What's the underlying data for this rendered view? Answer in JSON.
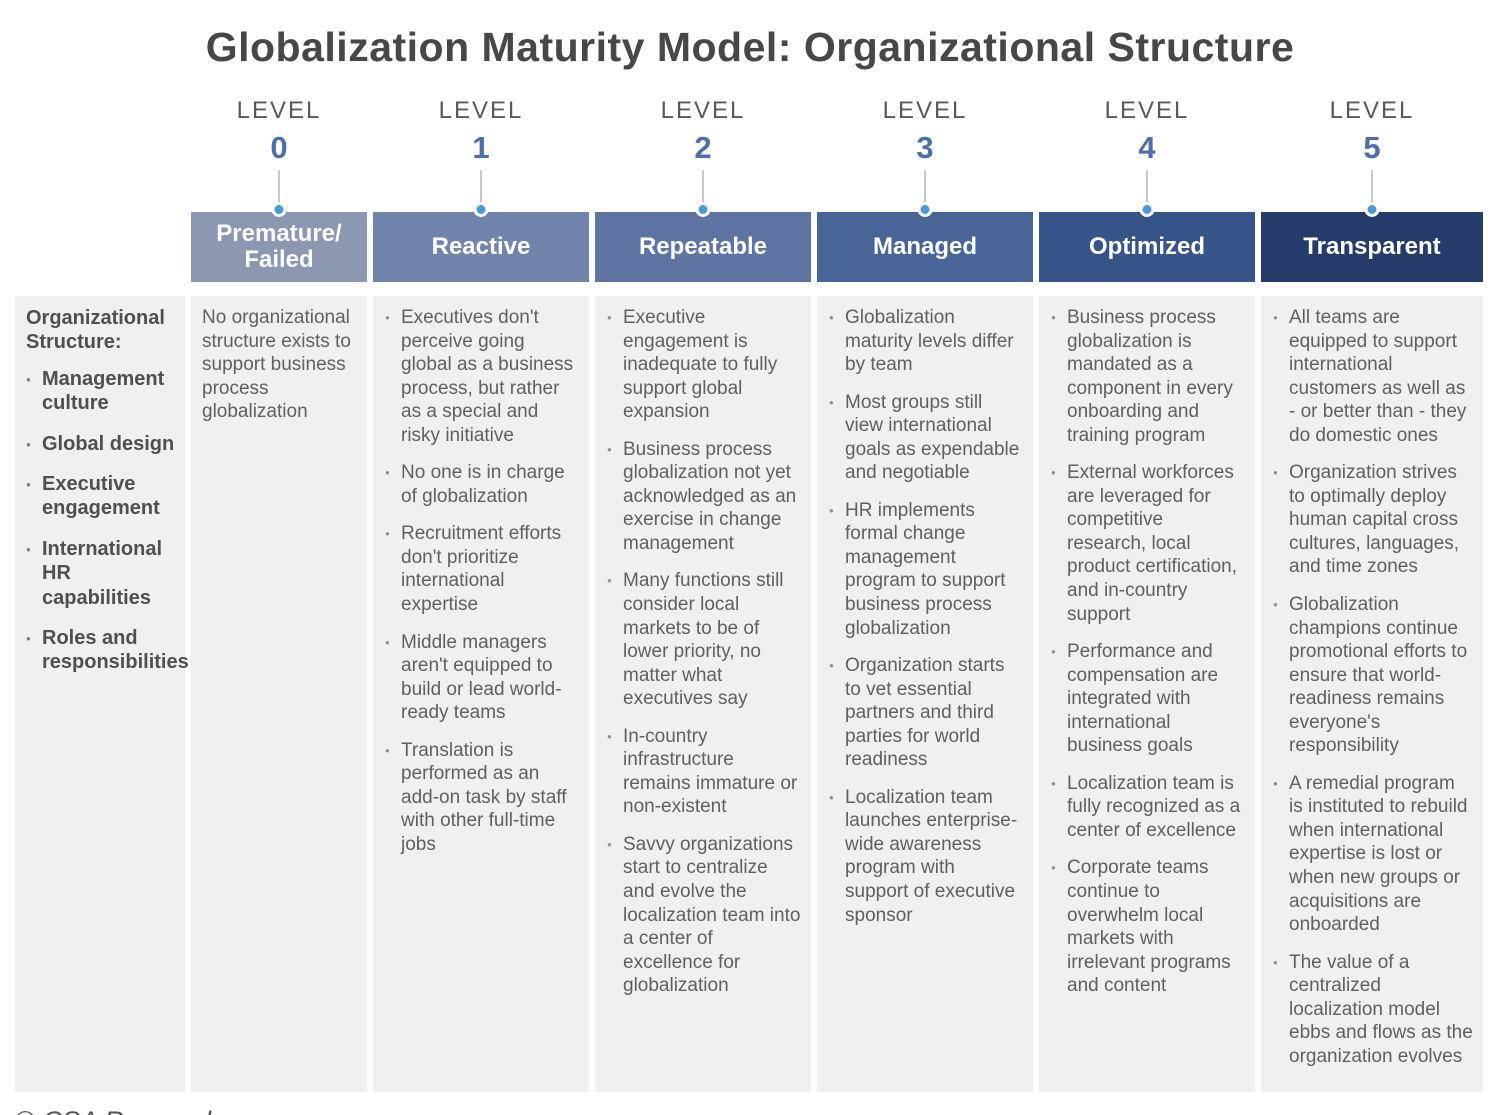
{
  "title": "Globalization Maturity Model: Organizational Structure",
  "footer": "© CSA Research",
  "level_word": "LEVEL",
  "colors": {
    "dot": "#4a9ad3",
    "number": "#4d6ea8",
    "level_word": "#595959",
    "title": "#474747",
    "body_bg": "#f0f0f0",
    "body_text": "#606060"
  },
  "sidebar": {
    "heading": "Organizational Structure:",
    "items": [
      "Management culture",
      "Global design",
      "Executive engagement",
      "International HR capabilities",
      "Roles and responsibilities"
    ]
  },
  "levels": [
    {
      "number": "0",
      "name": "Premature/\nFailed",
      "color": "#8c97b1",
      "text": "No organizational structure exists to support business process globalization",
      "bullets": []
    },
    {
      "number": "1",
      "name": "Reactive",
      "color": "#7185ac",
      "bullets": [
        "Executives don't perceive going global as a business process, but rather as a special and risky initiative",
        "No one is in charge of globalization",
        "Recruitment efforts don't prioritize international expertise",
        "Middle managers aren't equipped to build or lead world-ready teams",
        "Translation is performed as an add-on task by staff with other full-time jobs"
      ]
    },
    {
      "number": "2",
      "name": "Repeatable",
      "color": "#5e75a3",
      "bullets": [
        "Executive engagement is inadequate to fully support global expansion",
        "Business process globalization not yet acknowledged as an exercise in change management",
        "Many functions still consider local markets to be of lower priority, no matter what executives say",
        "In-country infrastructure remains immature or non-existent",
        "Savvy organizations start to centralize and evolve the localization team into a center of excellence for globalization"
      ]
    },
    {
      "number": "3",
      "name": "Managed",
      "color": "#496598",
      "bullets": [
        "Globalization maturity levels differ by team",
        "Most groups still view international goals as expendable and negotiable",
        "HR implements formal change management program to support business process globalization",
        "Organization starts to vet essential partners and third parties for world readiness",
        "Localization team launches enterprise-wide awareness program with support of executive sponsor"
      ]
    },
    {
      "number": "4",
      "name": "Optimized",
      "color": "#375489",
      "bullets": [
        "Business process globalization is mandated as a component in every onboarding and training program",
        "External workforces are leveraged for competitive research, local product certification, and in-country support",
        "Performance and compensation are integrated with international business goals",
        "Localization team is fully recognized as a center of excellence",
        "Corporate teams continue to overwhelm local markets with irrelevant programs and content"
      ]
    },
    {
      "number": "5",
      "name": "Transparent",
      "color": "#253c6b",
      "bullets": [
        "All teams are equipped to support international customers as well as - or better than - they do domestic ones",
        "Organization strives to optimally deploy human capital cross cultures, languages, and time zones",
        "Globalization champions continue promotional efforts to ensure that world-readiness remains everyone's responsibility",
        "A remedial program is instituted to rebuild when international expertise is lost or when new groups or acquisitions are onboarded",
        "The value of a centralized localization model ebbs and flows as the organization evolves"
      ]
    }
  ]
}
